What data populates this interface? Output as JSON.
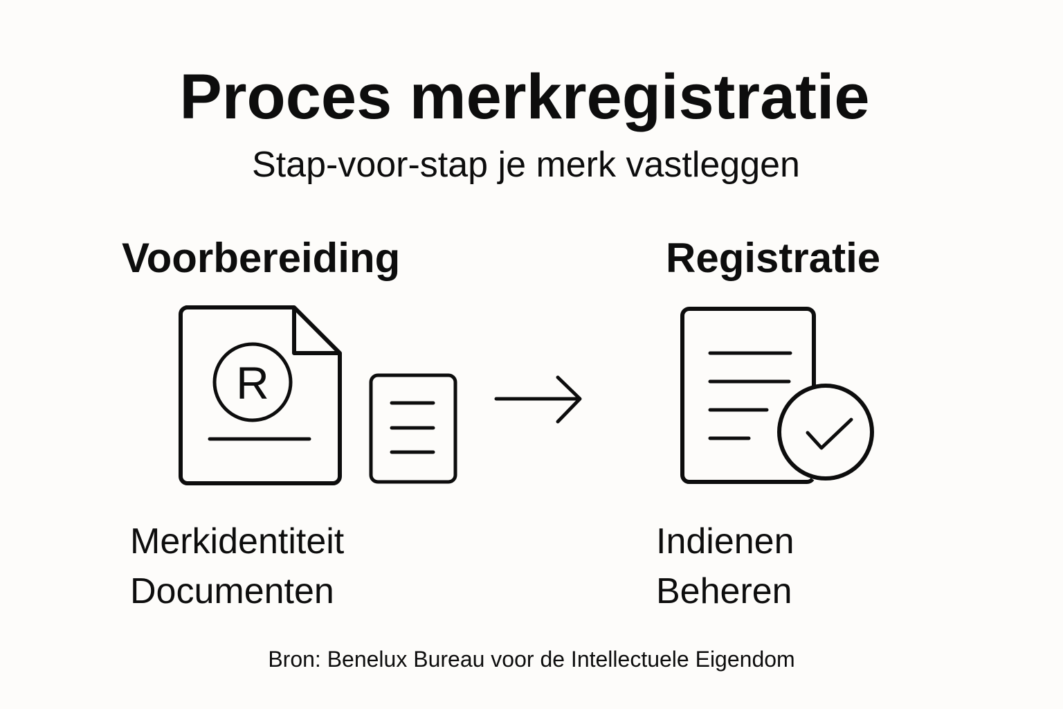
{
  "title": "Proces merkregistratie",
  "subtitle": "Stap-voor-stap je merk vastleggen",
  "stages": [
    {
      "heading": "Voorbereiding",
      "icons": [
        "registered-document-icon",
        "document-lines-icon"
      ],
      "items": [
        "Merkidentiteit",
        "Documenten"
      ]
    },
    {
      "heading": "Registratie",
      "icons": [
        "approved-document-icon"
      ],
      "items": [
        "Indienen",
        "Beheren"
      ]
    }
  ],
  "connector": "arrow-right-icon",
  "registered_symbol": "R",
  "source": "Bron: Benelux Bureau voor de Intellectuele Eigendom"
}
